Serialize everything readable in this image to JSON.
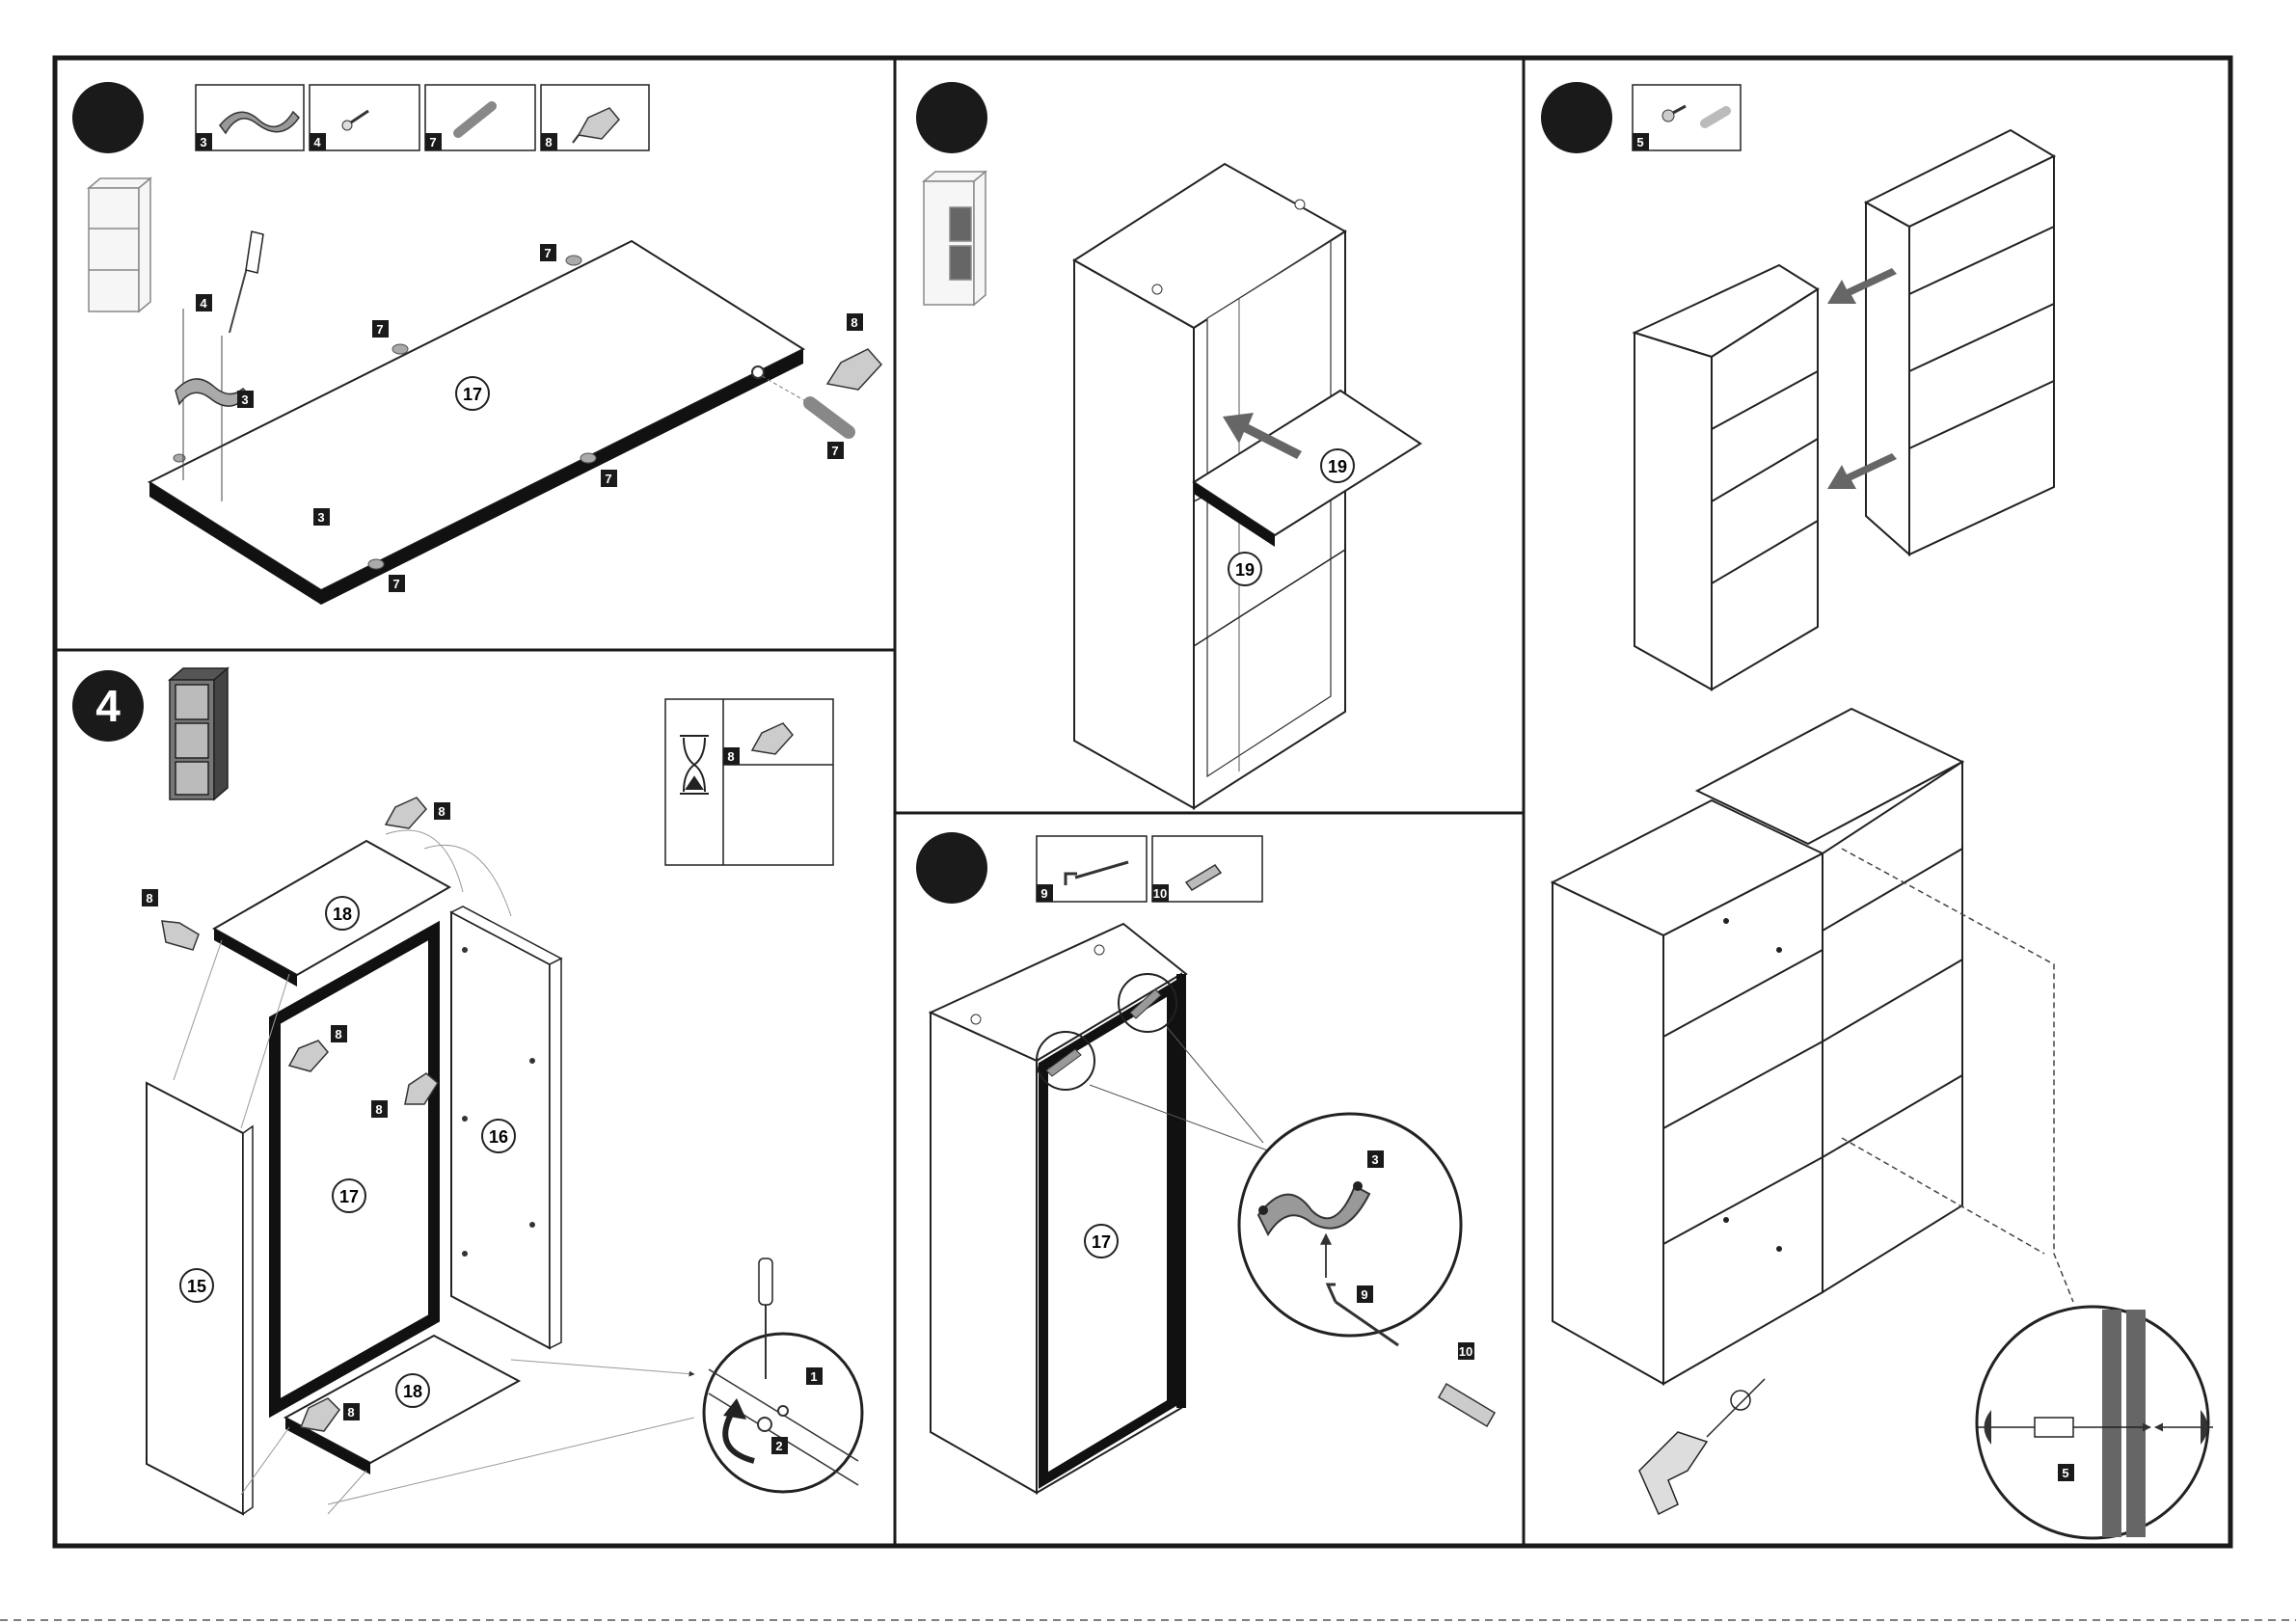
{
  "document": {
    "type": "assembly-instructions"
  },
  "panels": [
    {
      "id": "panel-top-left",
      "step_number": "",
      "parts_boxes": [
        "3",
        "4",
        "7",
        "8"
      ],
      "part_circles": [
        "17"
      ],
      "callouts": [
        "3",
        "4",
        "7",
        "7",
        "7",
        "7",
        "7",
        "8"
      ]
    },
    {
      "id": "panel-bottom-left",
      "step_number": "4",
      "parts_boxes": [
        "8"
      ],
      "part_circles": [
        "18",
        "17",
        "16",
        "15",
        "18"
      ],
      "callouts": [
        "8",
        "8",
        "8",
        "8",
        "8",
        "1",
        "2"
      ]
    },
    {
      "id": "panel-top-middle",
      "step_number": "",
      "part_circles": [
        "19",
        "19"
      ]
    },
    {
      "id": "panel-bottom-middle",
      "step_number": "",
      "parts_boxes": [
        "9",
        "10"
      ],
      "part_circles": [
        "17"
      ],
      "callouts": [
        "3",
        "9",
        "10"
      ]
    },
    {
      "id": "panel-right",
      "step_number": "",
      "parts_boxes": [
        "5"
      ],
      "callouts": [
        "5"
      ]
    }
  ]
}
